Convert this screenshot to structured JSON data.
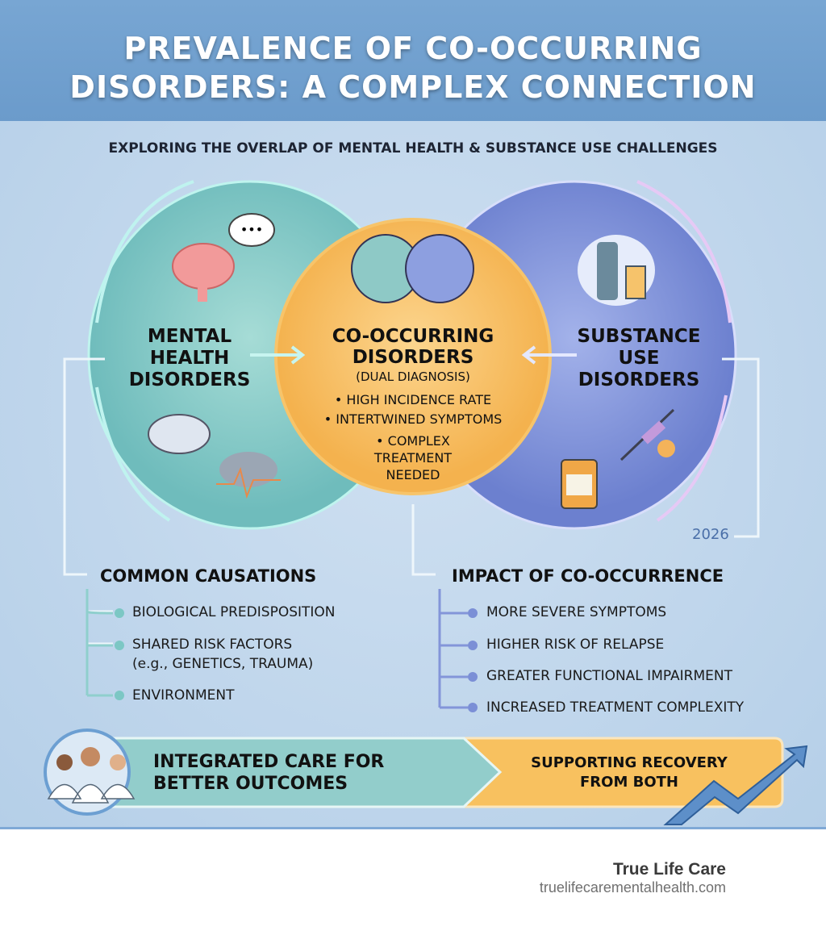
{
  "header": {
    "title_line1": "PREVALENCE OF CO-OCCURRING",
    "title_line2": "DISORDERS: A COMPLEX CONNECTION"
  },
  "subtitle": "EXPLORING THE OVERLAP OF MENTAL HEALTH & SUBSTANCE USE CHALLENGES",
  "venn": {
    "left": {
      "line1": "MENTAL",
      "line2": "HEALTH",
      "line3": "DISORDERS",
      "color": "#7cc7c4"
    },
    "right": {
      "line1": "SUBSTANCE",
      "line2": "USE",
      "line3": "DISORDERS",
      "color": "#7b8fd6"
    },
    "center": {
      "line1": "CO-OCCURRING",
      "line2": "DISORDERS",
      "sub": "(DUAL DIAGNOSIS)",
      "bullets": [
        "• HIGH INCIDENCE RATE",
        "• INTERTWINED SYMPTOMS",
        "• COMPLEX",
        "TREATMENT",
        "NEEDED"
      ],
      "color": "#f8bf5f"
    },
    "year": "2026"
  },
  "causations": {
    "heading": "COMMON CAUSATIONS",
    "items": [
      "BIOLOGICAL PREDISPOSITION",
      "SHARED RISK FACTORS",
      "(e.g., GENETICS, TRAUMA)",
      "ENVIRONMENT"
    ]
  },
  "impact": {
    "heading": "IMPACT OF CO-OCCURRENCE",
    "items": [
      "MORE SEVERE SYMPTOMS",
      "HIGHER RISK OF RELAPSE",
      "GREATER FUNCTIONAL IMPAIRMENT",
      "INCREASED TREATMENT COMPLEXITY"
    ]
  },
  "banner": {
    "left_line1": "INTEGRATED CARE FOR",
    "left_line2": "BETTER OUTCOMES",
    "right_line1": "SUPPORTING RECOVERY",
    "right_line2": "FROM BOTH"
  },
  "footer": {
    "brand": "True Life Care",
    "url": "truelifecarementalhealth.com"
  }
}
